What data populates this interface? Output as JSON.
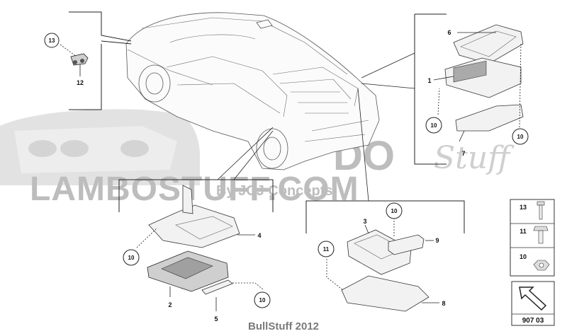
{
  "watermark": {
    "main": "LAMBOSTUFF.COM",
    "script_word": "Stuff",
    "sub": "By JCJ Concepts",
    "faded_letters": "DO"
  },
  "callouts": {
    "c13_top": "13",
    "c12": "12",
    "c6": "6",
    "c1": "1",
    "c10_a": "10",
    "c10_b": "10",
    "c7": "7",
    "c2": "2",
    "c4": "4",
    "c10_c": "10",
    "c10_d": "10",
    "c5": "5",
    "c3": "3",
    "c10_e": "10",
    "c9": "9",
    "c11": "11",
    "c8": "8"
  },
  "legend": {
    "items": [
      {
        "number": "13",
        "part": "bolt"
      },
      {
        "number": "11",
        "part": "hex-bolt"
      },
      {
        "number": "10",
        "part": "nut"
      }
    ]
  },
  "diagram_code": "907 03",
  "footer": "BullStuff 2012"
}
